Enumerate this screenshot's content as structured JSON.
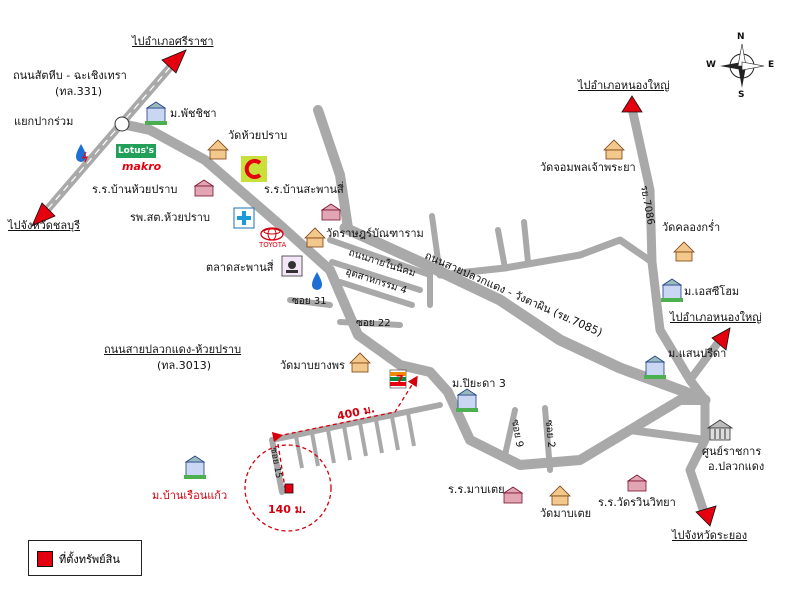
{
  "labels": {
    "to_sriracha": "ไปอำเภอศรีราชา",
    "road_331_name": "ถนนสัตหีบ - ฉะเชิงเทรา",
    "road_331_code": "(ทล.331)",
    "junction": "แยกปากร่วม",
    "to_chonburi": "ไปจังหวัดชลบุรี",
    "m_phatchara": "ม.พัชชิชา",
    "wat_huai_prab": "วัดห้วยปราบ",
    "school_huai_prab": "ร.ร.บ้านห้วยปราบ",
    "school_saphan_si": "ร.ร.บ้านสะพานสี่",
    "hospital": "รพ.สต.ห้วยปราบ",
    "wat_rat_burana": "วัดราษฎร์บัณฑาราม",
    "market": "ตลาดสะพานสี่",
    "road_industry": "ถนนภายในนิคม",
    "road_industry2": "อุตสาหกรรม 4",
    "soi31": "ซอย 31",
    "soi22": "ซอย 22",
    "road_3013_name": "ถนนสายปลวกแดง-ห้วยปราบ",
    "road_3013_code": "(ทล.3013)",
    "wat_maptang": "วัดมาบยางพร",
    "m_piyada": "ม.ปิยะดา 3",
    "dist_400": "400 ม.",
    "dist_140": "140 ม.",
    "soi15": "ซอย 15",
    "m_ruean_kaeo": "ม.บ้านเรือนแก้ว",
    "soi9": "ซอย 9",
    "soi2": "ซอย 2",
    "school_map_khoei": "ร.ร.มาบเตย",
    "wat_map_khoei": "วัดมาบเตย",
    "school_wat_rawin": "ร.ร.วัดรวินวิทยา",
    "gov_center": "ศูนย์ราชการ",
    "gov_center2": "อ.ปลวกแดง",
    "to_rayong": "ไปจังหวัดระยอง",
    "m_saen_preeda": "ม.แสนปรีดา",
    "to_nong_yai_mid": "ไปอำเภอหนองใหญ่",
    "m_es_home": "ม.เอสซีโฮม",
    "wat_khlong_kram": "วัดคลองกร่ำ",
    "wat_chom": "วัดจอมพลเจ้าพระยา",
    "to_nong_yai_top": "ไปอำเภอหนองใหญ่",
    "road_7086": "รย.7086",
    "road_7085": "ถนนสายปลวกแดง - วังตาผิน (รย.7085)",
    "compass_n": "N",
    "compass_s": "S",
    "compass_e": "E",
    "compass_w": "W",
    "lotus": "Lotus's",
    "makro": "makro",
    "toyota": "TOYOTA",
    "seven": "7"
  },
  "legend": {
    "label": "ที่ตั้งทรัพย์สิน"
  },
  "colors": {
    "road": "#a9a9a9",
    "highway_arrow": "#e4000f",
    "property": "#e4000f",
    "dashed": "#d4000d"
  }
}
